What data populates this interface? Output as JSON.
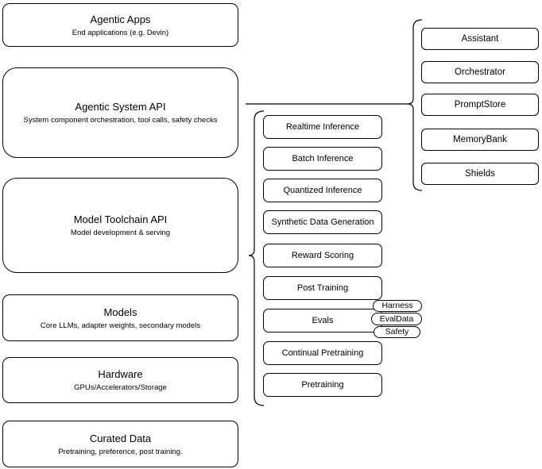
{
  "stack": [
    {
      "title": "Agentic Apps",
      "subtitle": "End applications (e.g. Devin)"
    },
    {
      "title": "Agentic System API",
      "subtitle": "System component orchestration, tool calls, safety checks"
    },
    {
      "title": "Model Toolchain API",
      "subtitle": "Model development & serving"
    },
    {
      "title": "Models",
      "subtitle": "Core LLMs, adapter weights, secondary models"
    },
    {
      "title": "Hardware",
      "subtitle": "GPUs/Accelerators/Storage"
    },
    {
      "title": "Curated Data",
      "subtitle": "Pretraining, preference, post training."
    }
  ],
  "toolchain": {
    "items": [
      "Realtime Inference",
      "Batch Inference",
      "Quantized Inference",
      "Synthetic Data Generation",
      "Reward Scoring",
      "Post Training",
      "Evals",
      "Continual Pretraining",
      "Pretraining"
    ]
  },
  "system_components": {
    "items": [
      "Assistant",
      "Orchestrator",
      "PromptStore",
      "MemoryBank",
      "Shields"
    ]
  },
  "evals_tags": [
    "Harness",
    "EvalData",
    "Safety"
  ],
  "colors": {
    "stroke": "#000000",
    "background": "#ffffff"
  }
}
